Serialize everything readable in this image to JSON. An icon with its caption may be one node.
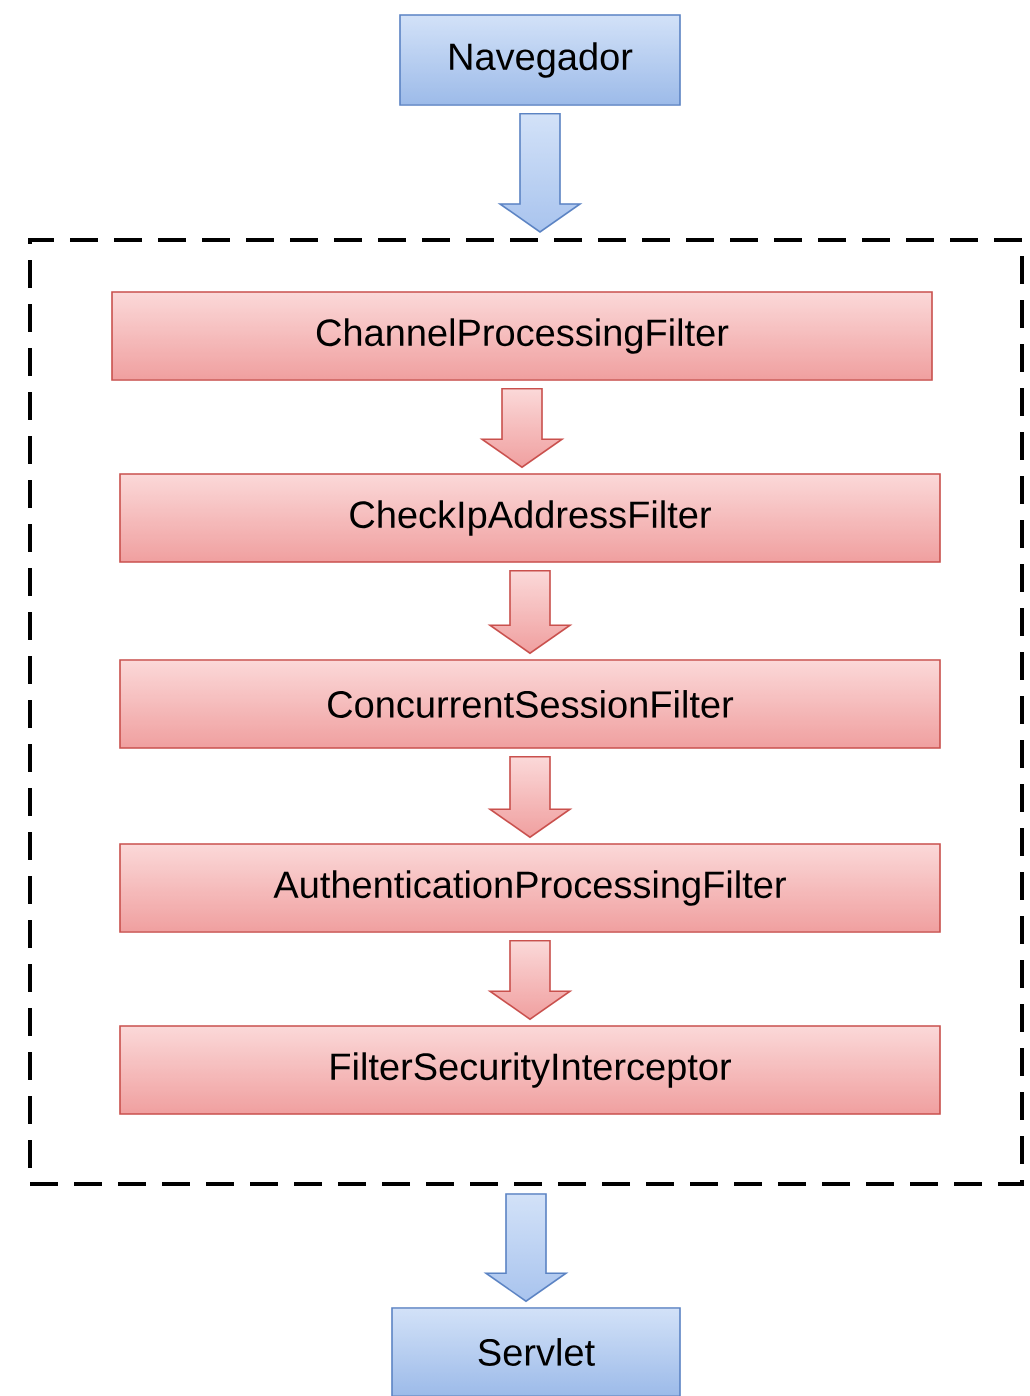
{
  "diagram": {
    "nodes": [
      {
        "text": [
          "Navegador"
        ]
      },
      {
        "text": [],
        "shape": "box"
      },
      {
        "text": [
          "ChannelProcessingFilter"
        ],
        "in": 1
      },
      {
        "text": [
          "CheckIpAddressFilter"
        ],
        "in": 1
      },
      {
        "text": [
          "ConcurrentSessionFilter"
        ],
        "in": 1
      },
      {
        "text": [
          "AuthenticationProcessingFilter"
        ],
        "in": 1
      },
      {
        "text": [
          "FilterSecurityInterceptor"
        ],
        "in": 1
      },
      {
        "text": [
          "Servlet"
        ]
      }
    ],
    "edges": [
      {
        "from": 0,
        "to": 1,
        "arrow": "to",
        "color": "#a9c4ee"
      },
      {
        "from": 2,
        "to": 3,
        "arrow": "to"
      },
      {
        "from": 3,
        "to": 4,
        "arrow": "to"
      },
      {
        "from": 4,
        "to": 5,
        "arrow": "to"
      },
      {
        "from": 5,
        "to": 6,
        "arrow": "to"
      },
      {
        "from": 1,
        "to": 7,
        "arrow": "to",
        "color": "#a9c4ee"
      }
    ]
  }
}
